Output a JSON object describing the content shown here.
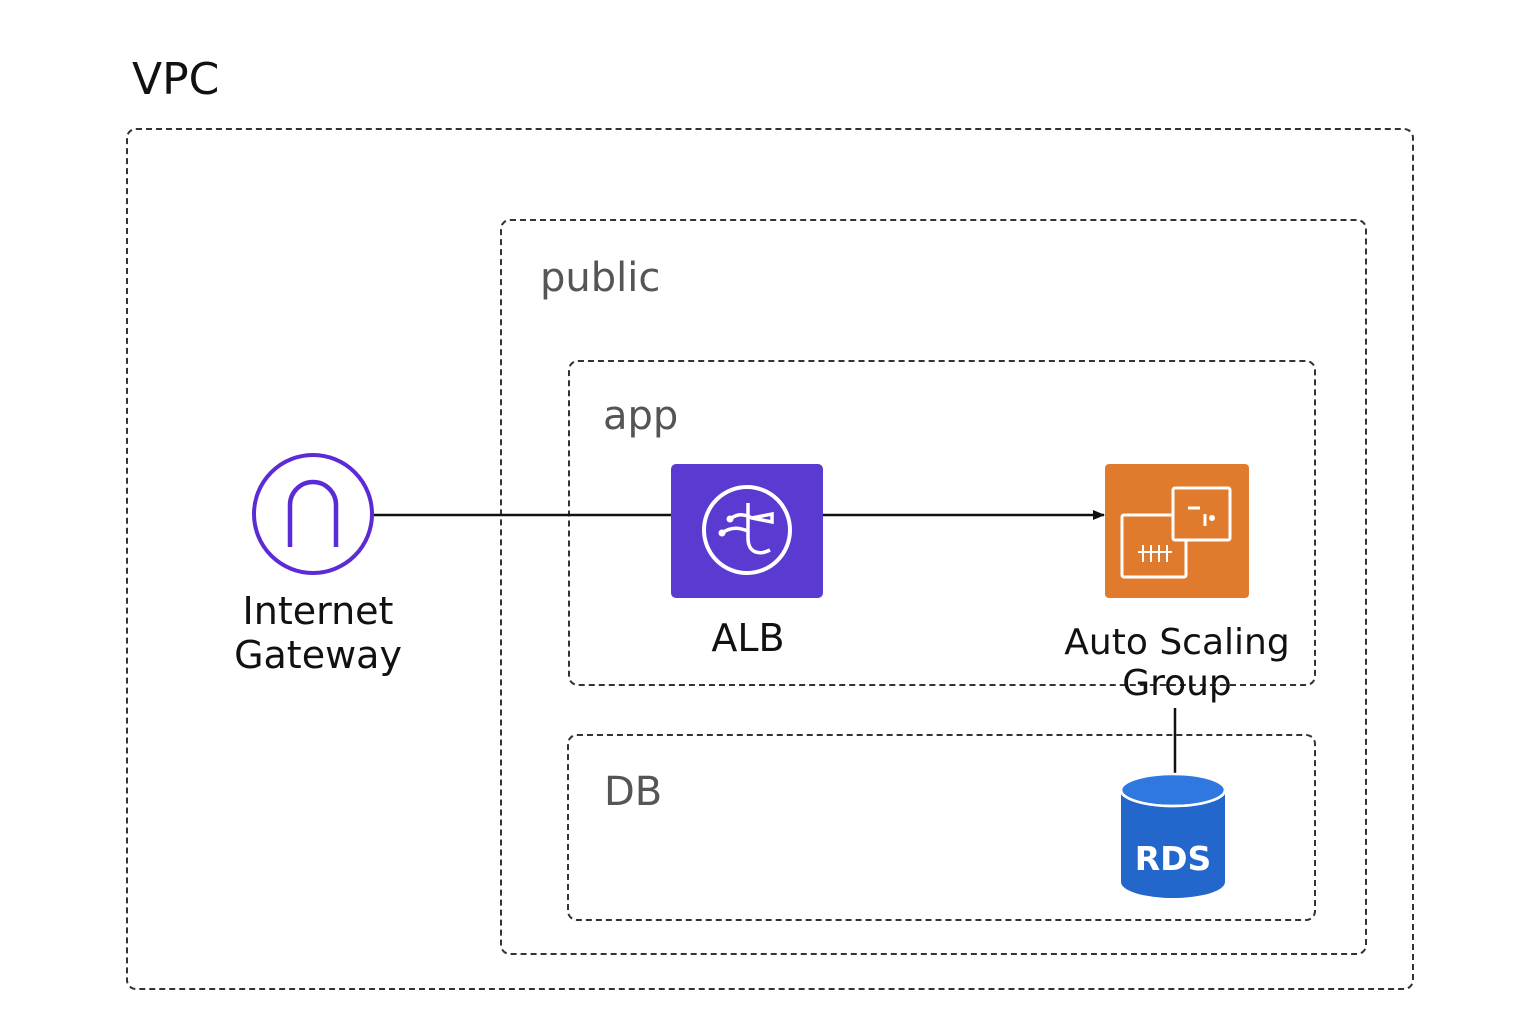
{
  "diagram": {
    "title": "VPC",
    "zones": {
      "public": "public",
      "app": "app",
      "db": "DB"
    },
    "nodes": {
      "internet_gateway": {
        "line1": "Internet",
        "line2": "Gateway",
        "color": "#5b2bd6"
      },
      "alb": {
        "label": "ALB",
        "color": "#5a3ad0"
      },
      "asg": {
        "line1": "Auto Scaling",
        "line2": "Group",
        "color": "#e07b2e"
      },
      "rds": {
        "label": "RDS",
        "color": "#2366cc"
      }
    },
    "edges": [
      {
        "from": "internet_gateway",
        "to": "alb"
      },
      {
        "from": "alb",
        "to": "asg",
        "arrow": true
      },
      {
        "from": "asg",
        "to": "rds"
      }
    ]
  }
}
